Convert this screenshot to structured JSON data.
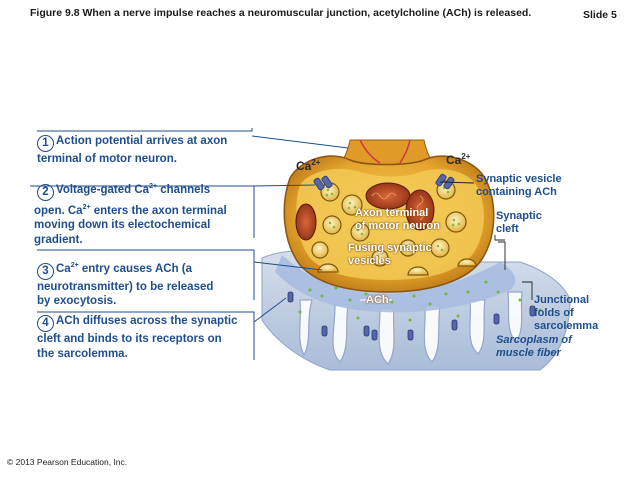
{
  "header": {
    "figure_title": "Figure 9.8 When a nerve impulse reaches a neuromuscular junction, acetylcholine (ACh) is released.",
    "slide_label": "Slide 5"
  },
  "steps": [
    {
      "num": "1",
      "line1": "Action potential arrives at axon",
      "line2": "terminal of motor neuron."
    },
    {
      "num": "2",
      "pre": "Voltage-gated Ca",
      "sup": "2+",
      "post": " channels",
      "line2a": "open. Ca",
      "sup2": "2+",
      "line2b": " enters the axon terminal",
      "line3": "moving down its electochemical",
      "line4": "gradient."
    },
    {
      "num": "3",
      "pre": "Ca",
      "sup": "2+",
      "post": " entry causes ACh (a",
      "line2": "neurotransmitter) to be released",
      "line3": "by exocytosis."
    },
    {
      "num": "4",
      "line1": "ACh diffuses across the synaptic",
      "line2": "cleft and binds to its receptors on",
      "line3": "the sarcolemma."
    }
  ],
  "labels": {
    "ca_left": "Ca",
    "ca_left_sup": "2+",
    "ca_right": "Ca",
    "ca_right_sup": "2+",
    "synaptic_vesicle_1": "Synaptic vesicle",
    "synaptic_vesicle_2": "containing ACh",
    "synaptic_cleft_1": "Synaptic",
    "synaptic_cleft_2": "cleft",
    "axon_terminal_1": "Axon terminal",
    "axon_terminal_2": "of motor neuron",
    "fusing_1": "Fusing synaptic",
    "fusing_2": "vesicles",
    "ach": "ACh",
    "junctional_1": "Junctional",
    "junctional_2": "folds of",
    "junctional_3": "sarcolemma",
    "sarcoplasm_1": "Sarcoplasm of",
    "sarcoplasm_2": "muscle fiber"
  },
  "footer": {
    "copyright": "© 2013 Pearson Education, Inc."
  },
  "colors": {
    "step_text": "#1f4e8c",
    "terminal": "#e3a02a",
    "cytoplasm": "#f0c24e",
    "muscle": "#b8c8e0",
    "cleft_fluid": "#9bb3d6",
    "channel": "#5566aa"
  }
}
